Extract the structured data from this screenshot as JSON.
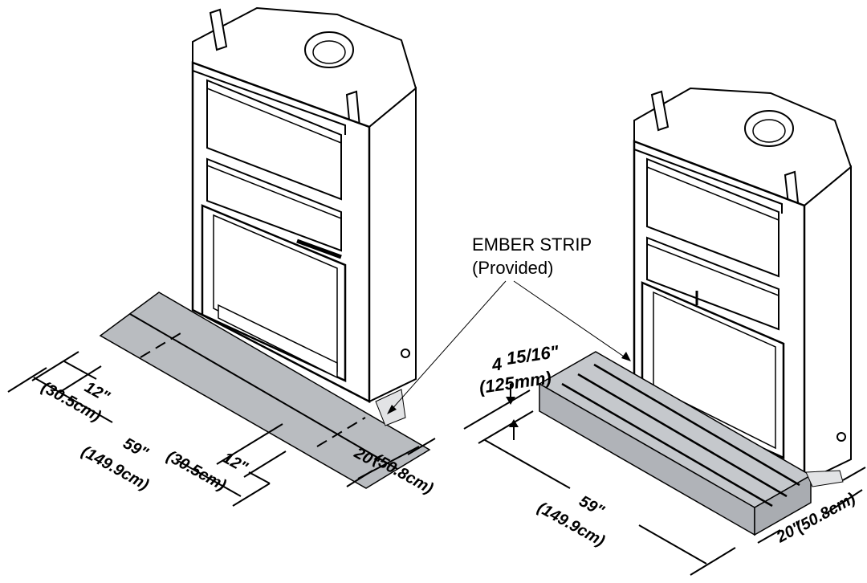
{
  "left_figure": {
    "dims": {
      "side_ext_a_in": "12\"",
      "side_ext_a_cm": "(30.5cm)",
      "width_in": "59\"",
      "width_cm": "(149.9cm)",
      "side_ext_b_in": "12\"",
      "side_ext_b_cm": "(30.5cm)",
      "depth_in": "20\"",
      "depth_cm": "(50.8cm)"
    }
  },
  "callout": {
    "line1": "EMBER STRIP",
    "line2": "(Provided)"
  },
  "right_figure": {
    "dims": {
      "height_whole": "4",
      "height_frac": "15/16\"",
      "height_mm": "(125mm)",
      "width_in": "59\"",
      "width_cm": "(149.9cm)",
      "depth_in": "20\"",
      "depth_cm": "(50.8cm)"
    }
  },
  "colors": {
    "hearth_fill": "#b9bcc0",
    "ember_strip": "#e2e3e5",
    "line": "#000000",
    "unit_fill": "#ffffff"
  }
}
